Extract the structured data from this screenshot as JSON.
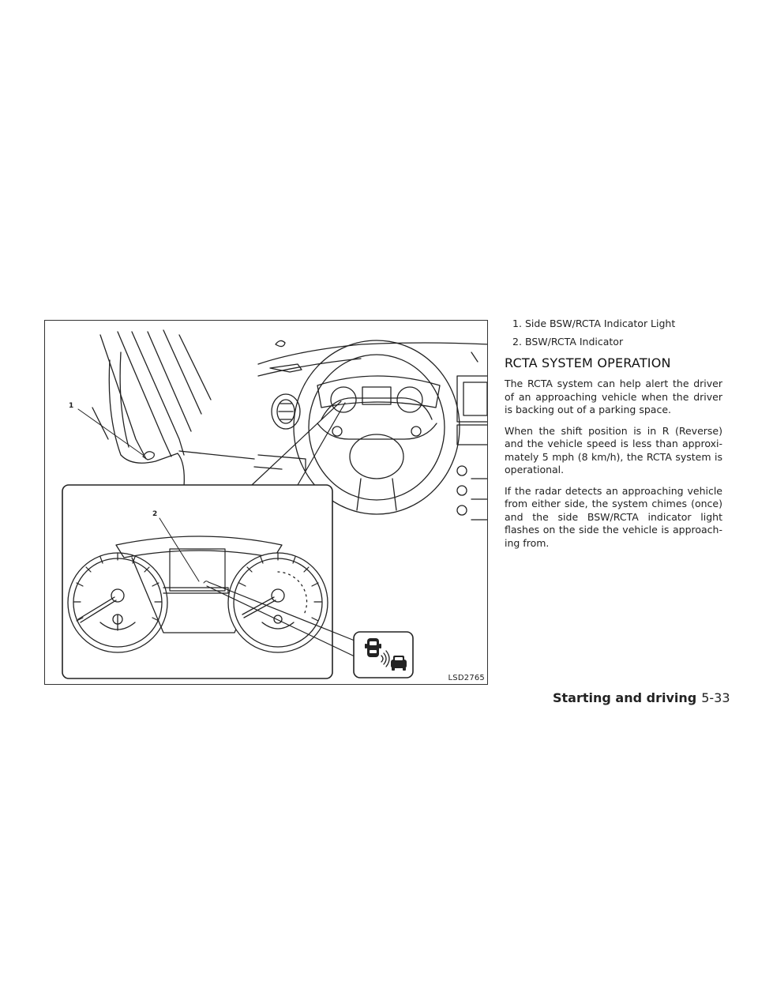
{
  "figure": {
    "code": "LSD2765",
    "callouts": [
      "1",
      "2"
    ]
  },
  "legend": [
    {
      "num": "1.",
      "label": "Side BSW/RCTA Indicator Light"
    },
    {
      "num": "2.",
      "label": "BSW/RCTA Indicator"
    }
  ],
  "section_title": "RCTA SYSTEM OPERATION",
  "paragraphs": [
    "The RCTA system can help alert the driver of an approaching vehicle when the driver is backing out of a parking space.",
    "When the shift position is in R (Reverse) and the vehicle speed is less than approxi-mately 5 mph (8 km/h), the RCTA system is operational.",
    "If the radar detects an approaching vehicle from either side, the system chimes (once) and the side BSW/RCTA indicator light flashes on the side the vehicle is approach-ing from."
  ],
  "footer": {
    "section": "Starting and driving",
    "page": "5-33"
  }
}
